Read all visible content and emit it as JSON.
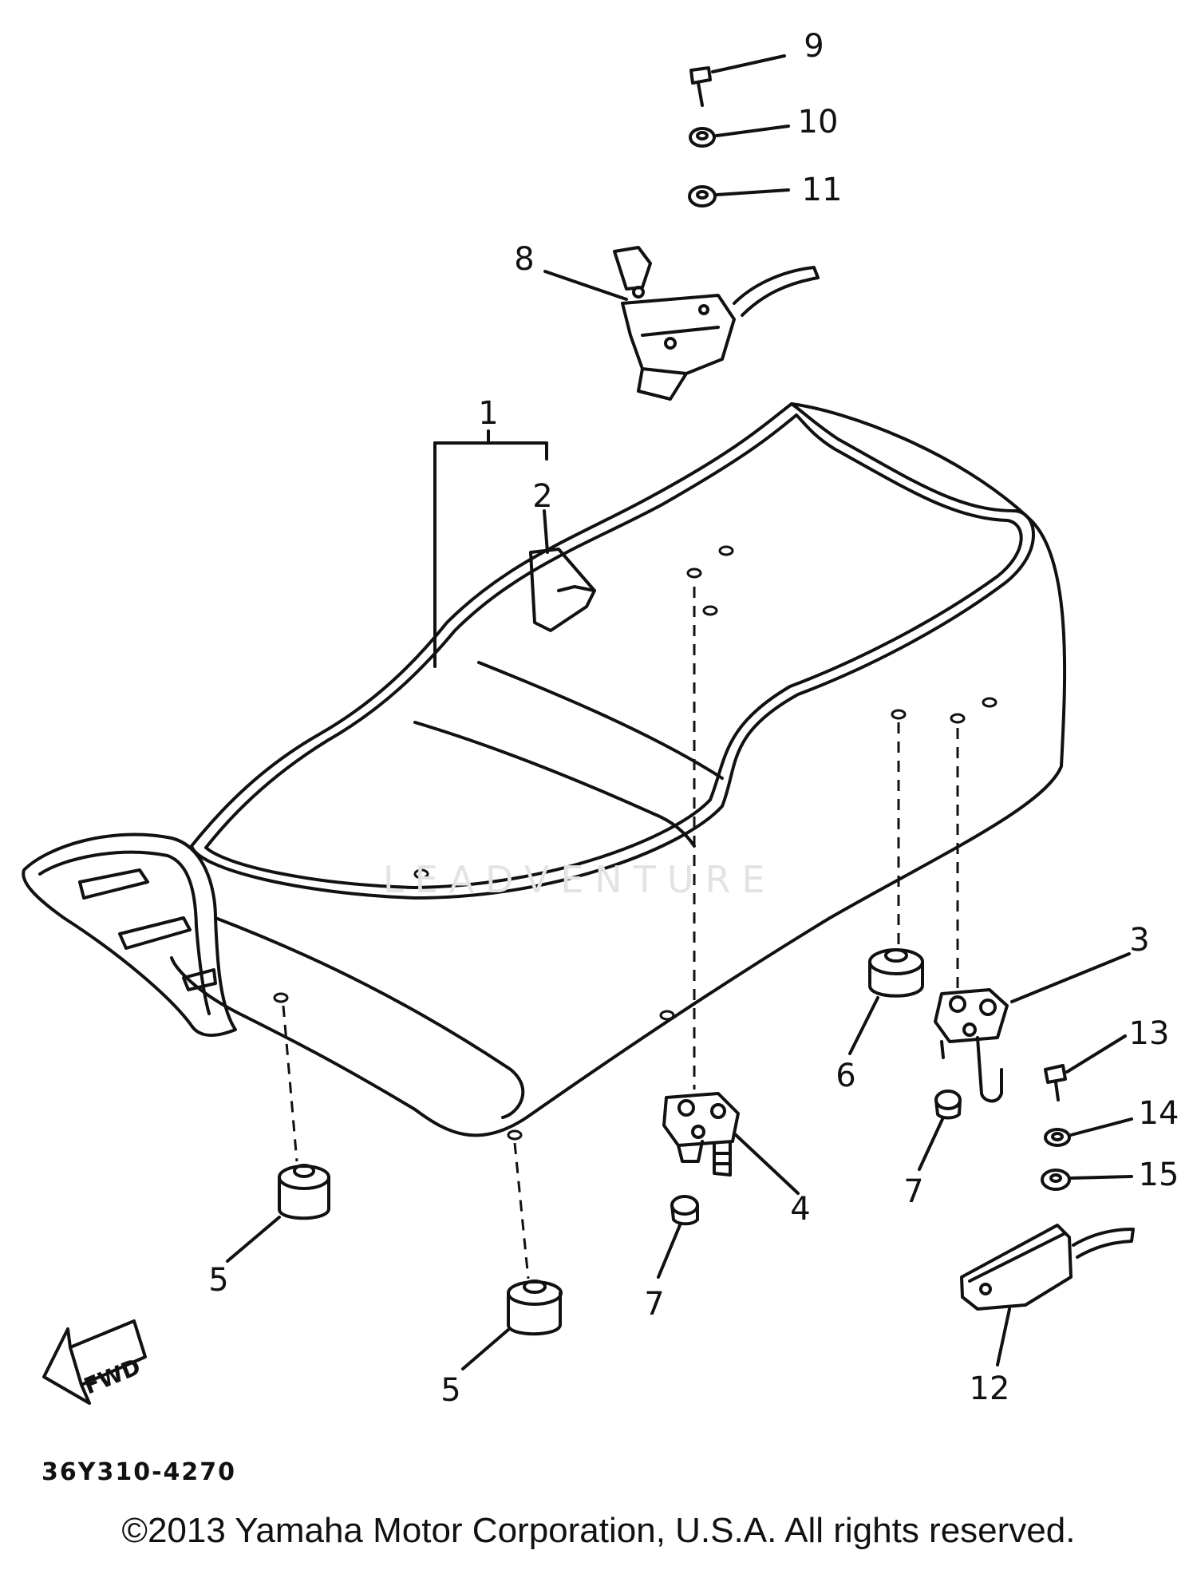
{
  "diagram": {
    "callouts": [
      {
        "id": "1",
        "text": "1"
      },
      {
        "id": "2",
        "text": "2"
      },
      {
        "id": "3",
        "text": "3"
      },
      {
        "id": "4",
        "text": "4"
      },
      {
        "id": "5a",
        "text": "5"
      },
      {
        "id": "5b",
        "text": "5"
      },
      {
        "id": "6",
        "text": "6"
      },
      {
        "id": "7a",
        "text": "7"
      },
      {
        "id": "7b",
        "text": "7"
      },
      {
        "id": "8",
        "text": "8"
      },
      {
        "id": "9",
        "text": "9"
      },
      {
        "id": "10",
        "text": "10"
      },
      {
        "id": "11",
        "text": "11"
      },
      {
        "id": "12",
        "text": "12"
      },
      {
        "id": "13",
        "text": "13"
      },
      {
        "id": "14",
        "text": "14"
      },
      {
        "id": "15",
        "text": "15"
      }
    ],
    "fwd_arrow_label": "FWD",
    "diagram_code": "36Y310-4270",
    "watermark": "LEADVENTURE",
    "copyright": "©2013 Yamaha Motor Corporation, U.S.A. All rights reserved."
  }
}
